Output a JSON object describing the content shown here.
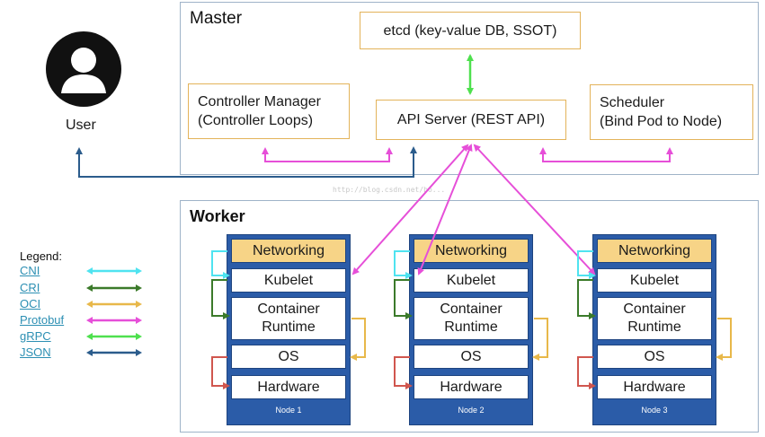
{
  "master": {
    "title": "Master",
    "etcd": "etcd (key-value DB, SSOT)",
    "controller_line1": "Controller Manager",
    "controller_line2": "(Controller Loops)",
    "api_server": "API Server (REST API)",
    "scheduler_line1": "Scheduler",
    "scheduler_line2": "(Bind Pod to Node)"
  },
  "user": {
    "label": "User"
  },
  "worker": {
    "title": "Worker",
    "nodes": [
      {
        "label": "Node 1",
        "networking": "Networking",
        "kubelet": "Kubelet",
        "runtime_line1": "Container",
        "runtime_line2": "Runtime",
        "os": "OS",
        "hardware": "Hardware"
      },
      {
        "label": "Node 2",
        "networking": "Networking",
        "kubelet": "Kubelet",
        "runtime_line1": "Container",
        "runtime_line2": "Runtime",
        "os": "OS",
        "hardware": "Hardware"
      },
      {
        "label": "Node 3",
        "networking": "Networking",
        "kubelet": "Kubelet",
        "runtime_line1": "Container",
        "runtime_line2": "Runtime",
        "os": "OS",
        "hardware": "Hardware"
      }
    ]
  },
  "legend": {
    "title": "Legend:",
    "items": [
      {
        "label": "CNI",
        "color": "#4fe3f0"
      },
      {
        "label": "CRI",
        "color": "#3b7a2a"
      },
      {
        "label": "OCI",
        "color": "#e8b84a"
      },
      {
        "label": "Protobuf",
        "color": "#e64fd8"
      },
      {
        "label": "gRPC",
        "color": "#4ee04e"
      },
      {
        "label": "JSON",
        "color": "#2b5c8c"
      }
    ]
  },
  "watermark": "http://blog.csdn.net/bo..."
}
